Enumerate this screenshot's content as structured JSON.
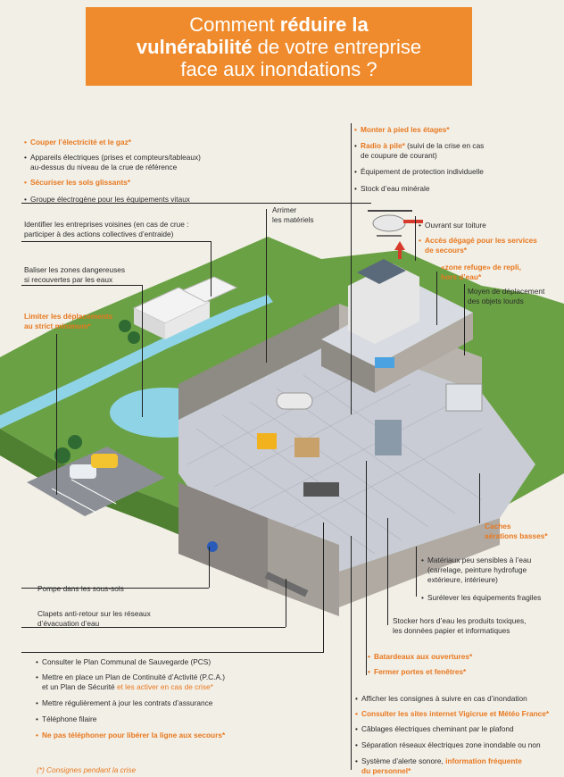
{
  "title": {
    "line1_pre": "Comment ",
    "line1_bold": "réduire la",
    "line2_bold": "vulnérabilité",
    "line2_post": " de votre entreprise",
    "line3": "face aux inondations ?"
  },
  "left": {
    "couper": "Couper l’électricité et le gaz*",
    "appareils_1": "Appareils électriques (prises et compteurs/tableaux)",
    "appareils_2": "au-dessus du niveau de la crue de référence",
    "securiser": "Sécuriser les sols glissants*",
    "groupe": "Groupe électrogène pour les équipements vitaux",
    "identifier_1": "Identifier les entreprises voisines (en cas de crue :",
    "identifier_2": "participer à des actions collectives d’entraide)",
    "baliser_1": "Baliser les zones dangereuses",
    "baliser_2": "si recouvertes par les eaux",
    "limiter_1": "Limiter les déplacements",
    "limiter_2": "au strict minimum*",
    "arrimer_1": "Arrimer",
    "arrimer_2": "les matériels",
    "pompe": "Pompe dans les sous-sols",
    "clapets_1": "Clapets anti-retour sur les réseaux",
    "clapets_2": "d’évacuation d’eau"
  },
  "bottom_left": {
    "pcs": "Consulter le Plan Communal de Sauvegarde (PCS)",
    "pca_1": "Mettre en place un Plan de Continuité d’Activité (P.C.A.)",
    "pca_2a": "et un Plan de Sécurité ",
    "pca_2b": "et les activer en cas de crise*",
    "contrats": "Mettre régulièrement à jour les contrats d’assurance",
    "telephone": "Téléphone filaire",
    "ne_pas": "Ne pas téléphoner pour libérer la ligne aux secours*",
    "footnote": "(*) Consignes pendant la crise"
  },
  "right": {
    "monter": "Monter à pied les étages*",
    "radio_a": "Radio à pile*",
    "radio_b": " (suivi de la crise en cas",
    "radio_2": "de coupure de courant)",
    "equipement": "Équipement de protection individuelle",
    "stock": "Stock d’eau minérale",
    "ouvrant": "Ouvrant sur toiture",
    "acces_1": "Accès dégagé pour les services",
    "acces_2": "de secours*",
    "zone_1": "«zone refuge» de repli,",
    "zone_2": "hors d’eau*",
    "moyen_1": "Moyen de déplacement",
    "moyen_2": "des objets lourds",
    "caches_1": "Caches",
    "caches_2": "aérations basses*",
    "materiaux_1": "Matériaux peu sensibles à l’eau",
    "materiaux_2": "(carrelage, peinture hydrofuge",
    "materiaux_3": "extérieure, intérieure)",
    "surelever": "Surélever les équipements fragiles",
    "stocker_1": "Stocker hors d’eau les produits toxiques,",
    "stocker_2": "les données papier et informatiques",
    "batardeaux": "Batardeaux aux ouvertures*",
    "fermer": "Fermer portes et fenêtres*"
  },
  "bottom_right": {
    "afficher": "Afficher les consignes à suivre en cas d’inondation",
    "consulter": "Consulter les sites internet Vigicrue et Météo France*",
    "cablages": "Câblages électriques cheminant par le plafond",
    "separation": "Séparation réseaux électriques zone inondable ou non",
    "systeme_a": "Système d’alerte sonore, ",
    "systeme_b": "information fréquente",
    "systeme_2": "du personnel*"
  },
  "colors": {
    "banner": "#ef8b2c",
    "accent": "#e8781e",
    "grass": "#6aa144",
    "water": "#8fd3e6",
    "floor": "#c9ccd4"
  }
}
